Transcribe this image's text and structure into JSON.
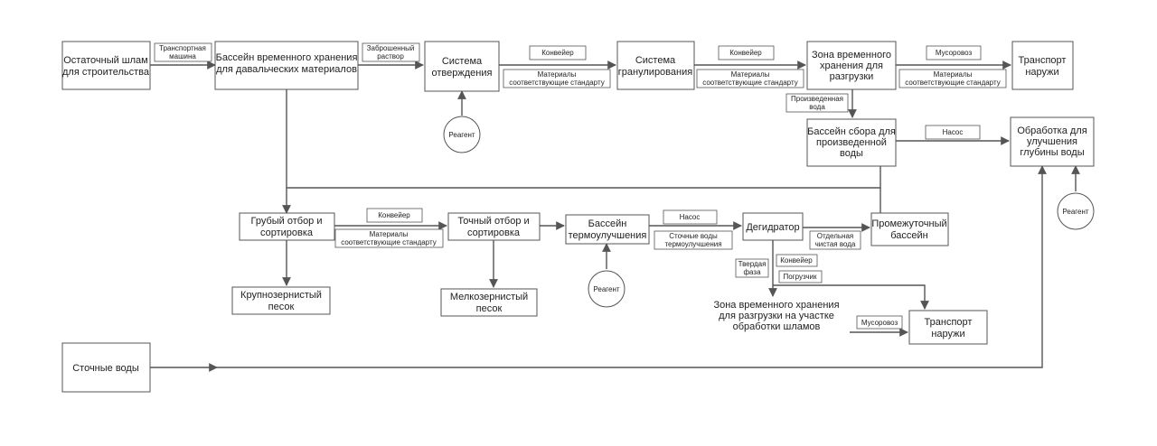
{
  "boxes": {
    "sludge": [
      "Остаточный шлам",
      "для строительства"
    ],
    "pool": [
      "Бассейн временного хранения",
      "для давальческих материалов"
    ],
    "cure": [
      "Система",
      "отверждения"
    ],
    "gran": [
      "Система",
      "гранулирования"
    ],
    "zone": [
      "Зона временного",
      "хранения для",
      "разгрузки"
    ],
    "trans1": [
      "Транспорт",
      "наружи"
    ],
    "collect": [
      "Бассейн сбора для",
      "произведенной",
      "воды"
    ],
    "treat": [
      "Обработка для",
      "улучшения",
      "глубины воды"
    ],
    "coarse": [
      "Грубый отбор и",
      "сортировка"
    ],
    "fine": [
      "Точный отбор и",
      "сортировка"
    ],
    "thermo": [
      "Бассейн",
      "термоулучшения"
    ],
    "dehyd": [
      "Дегидратор"
    ],
    "inter": [
      "Промежуточный",
      "бассейн"
    ],
    "csand": [
      "Крупнозернистый",
      "песок"
    ],
    "fsand": [
      "Мелкозернистый",
      "песок"
    ],
    "zone2": [
      "Зона временного хранения",
      "для разгрузки на участке",
      "обработки шламов"
    ],
    "trans2": [
      "Транспорт",
      "наружи"
    ],
    "waste": [
      "Сточные воды"
    ]
  },
  "labels": {
    "truck": [
      "Транспортная",
      "машина"
    ],
    "mortar": [
      "Заброшенный",
      "раствор"
    ],
    "conv1": [
      "Конвейер"
    ],
    "mat1": [
      "Материалы",
      "соответствующие стандарту"
    ],
    "conv2": [
      "Конвейер"
    ],
    "mat2": [
      "Материалы",
      "соответствующие стандарту"
    ],
    "garbage1": [
      "Мусоровоз"
    ],
    "mat3": [
      "Материалы",
      "соответствующие стандарту"
    ],
    "prodwater": [
      "Произведенная",
      "вода"
    ],
    "pump1": [
      "Насос"
    ],
    "conv3": [
      "Конвейер"
    ],
    "mat4": [
      "Материалы",
      "соответствующие стандарту"
    ],
    "pump2": [
      "Насос"
    ],
    "sewage": [
      "Сточные воды",
      "термоулучшения"
    ],
    "sepwater": [
      "Отдельная",
      "чистая вода"
    ],
    "solid": [
      "Твердая",
      "фаза"
    ],
    "conv4": [
      "Конвейер"
    ],
    "loader": [
      "Погрузчик"
    ],
    "garbage2": [
      "Мусоровоз"
    ]
  },
  "reagents": {
    "r1": "Реагент",
    "r2": "Реагент",
    "r3": "Реагент"
  }
}
